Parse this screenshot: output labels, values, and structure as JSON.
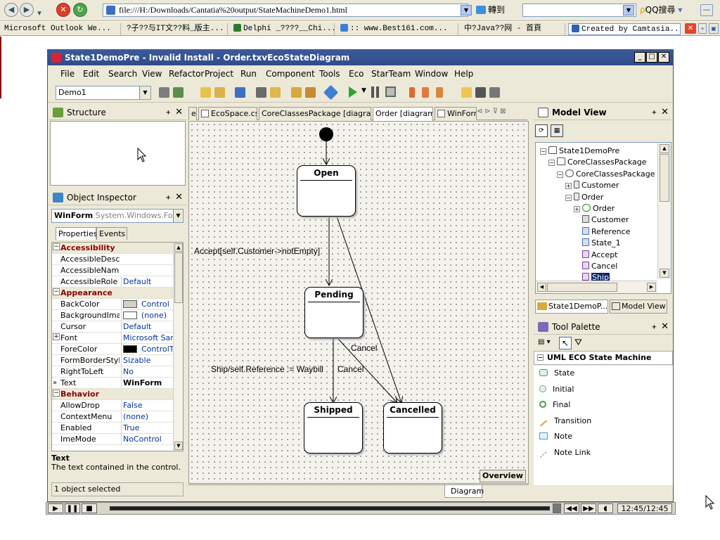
{
  "browser": {
    "address": "file:///H:/Downloads/Cantatia%20output/StateMachineDemo1.html",
    "go_label": "轉到",
    "search_label": "QQ搜尋",
    "tabs": [
      "Microsoft Outlook We...",
      "?子??与IT文??料_版主...",
      "Delphi _????__Chi...",
      ":: www.Best161.com...",
      "中?Java??网 - 首頁",
      "Created by Camtasia..."
    ]
  },
  "ide": {
    "title": "State1DemoPre - Invalid Install - Order.txvEcoStateDiagram",
    "menu": [
      "File",
      "Edit",
      "Search",
      "View",
      "Refactor",
      "Project",
      "Run",
      "Component",
      "Tools",
      "Eco",
      "StarTeam",
      "Window",
      "Help"
    ],
    "config": "Demo1",
    "structure_title": "Structure",
    "object_inspector_title": "Object Inspector",
    "selected_object": "WinForm",
    "selected_type": "System.Windows.Form",
    "inspector_tabs": [
      "Properties",
      "Events"
    ],
    "properties": [
      {
        "name": "Accessibility",
        "category": true
      },
      {
        "name": "AccessibleDescri",
        "value": ""
      },
      {
        "name": "AccessibleName",
        "value": ""
      },
      {
        "name": "AccessibleRole",
        "value": "Default"
      },
      {
        "name": "Appearance",
        "category": true
      },
      {
        "name": "BackColor",
        "value": "Control",
        "swatch": "#d4d0c8"
      },
      {
        "name": "BackgroundImag",
        "value": "(none)",
        "swatch": "#ffffff"
      },
      {
        "name": "Cursor",
        "value": "Default"
      },
      {
        "name": "Font",
        "value": "Microsoft Sans",
        "expand": true
      },
      {
        "name": "ForeColor",
        "value": "ControlTe",
        "swatch": "#000000"
      },
      {
        "name": "FormBorderStyle",
        "value": "Sizable"
      },
      {
        "name": "RightToLeft",
        "value": "No"
      },
      {
        "name": "Text",
        "value": "WinForm",
        "selected": true
      },
      {
        "name": "Behavior",
        "category": true
      },
      {
        "name": "AllowDrop",
        "value": "False"
      },
      {
        "name": "ContextMenu",
        "value": "(none)"
      },
      {
        "name": "Enabled",
        "value": "True"
      },
      {
        "name": "ImeMode",
        "value": "NoControl"
      }
    ],
    "desc_title": "Text",
    "desc_text": "The text contained in the control.",
    "status": "1 object selected",
    "doc_tabs": [
      "e",
      "EcoSpace.cs",
      "CoreClassesPackage [diagram]",
      "Order [diagram]",
      "WinForm"
    ],
    "overview_label": "Overview",
    "bottom_tab": "Diagram",
    "model_view_title": "Model View",
    "tree": [
      {
        "label": "State1DemoPre",
        "indent": 0,
        "toggle": "-",
        "icon": "project-icon"
      },
      {
        "label": "CoreClassesPackage",
        "indent": 1,
        "toggle": "-",
        "icon": "folder-icon"
      },
      {
        "label": "CoreClassesPackage",
        "indent": 2,
        "toggle": "-",
        "icon": "namespace-icon"
      },
      {
        "label": "Customer",
        "indent": 3,
        "toggle": "+",
        "icon": "class-icon"
      },
      {
        "label": "Order",
        "indent": 3,
        "toggle": "-",
        "icon": "class-icon"
      },
      {
        "label": "Order",
        "indent": 4,
        "toggle": "+",
        "icon": "statemachine-icon"
      },
      {
        "label": "Customer",
        "indent": 4,
        "toggle": "",
        "icon": "association-icon"
      },
      {
        "label": "Reference",
        "indent": 4,
        "toggle": "",
        "icon": "attribute-icon"
      },
      {
        "label": "State_1",
        "indent": 4,
        "toggle": "",
        "icon": "attribute-icon"
      },
      {
        "label": "Accept",
        "indent": 4,
        "toggle": "",
        "icon": "operation-icon"
      },
      {
        "label": "Cancel",
        "indent": 4,
        "toggle": "",
        "icon": "operation-icon"
      },
      {
        "label": "Ship",
        "indent": 4,
        "toggle": "",
        "icon": "operation-icon",
        "selected": true
      }
    ],
    "model_tabs": [
      "State1DemoP...",
      "Model View"
    ],
    "tool_palette_title": "Tool Palette",
    "palette_category": "UML ECO State Machine Diagr...",
    "palette_items": [
      "State",
      "Initial",
      "Final",
      "Transition",
      "Note",
      "Note Link"
    ]
  },
  "diagram": {
    "states": [
      "Open",
      "Pending",
      "Shipped",
      "Cancelled"
    ],
    "labels": {
      "accept": "Accept[self.Customer->notEmpty]",
      "cancel_1": "Cancel",
      "ship": "Ship/self.Reference := Waybill",
      "cancel_2": "Cancel"
    }
  },
  "player": {
    "time": "12:45/12:45",
    "progress": 1.0
  }
}
